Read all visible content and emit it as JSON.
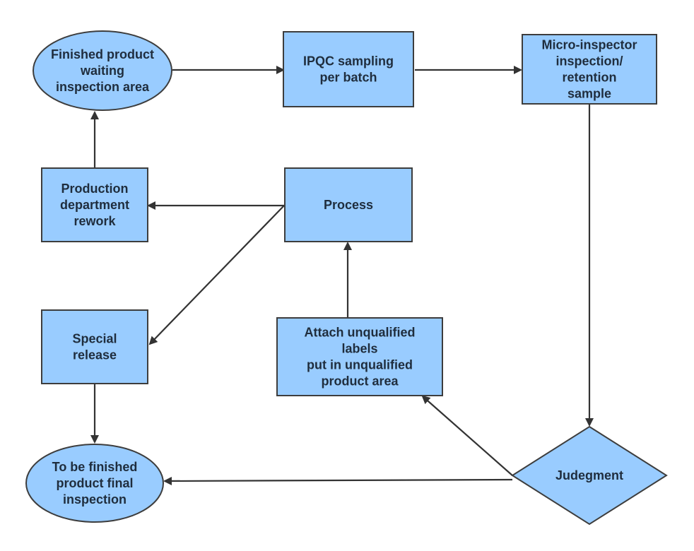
{
  "colors": {
    "node_fill": "#99ccff",
    "node_stroke": "#3d3d3d",
    "text": "#1f2d3d",
    "edge": "#333333"
  },
  "nodes": {
    "waiting_area": {
      "shape": "ellipse",
      "lines": [
        "Finished product",
        "waiting",
        "inspection area"
      ]
    },
    "ipqc": {
      "shape": "rectangle",
      "lines": [
        "IPQC sampling",
        "per batch"
      ]
    },
    "micro_inspector": {
      "shape": "rectangle",
      "lines": [
        "Micro-inspector",
        "inspection/",
        "retention",
        "sample"
      ]
    },
    "rework": {
      "shape": "rectangle",
      "lines": [
        "Production",
        "department",
        "rework"
      ]
    },
    "process": {
      "shape": "rectangle",
      "lines": [
        "Process"
      ]
    },
    "special_release": {
      "shape": "rectangle",
      "lines": [
        "Special",
        "release"
      ]
    },
    "unqualified": {
      "shape": "rectangle",
      "lines": [
        "Attach unqualified",
        "labels",
        "put in unqualified",
        "product area"
      ]
    },
    "final_inspection": {
      "shape": "ellipse",
      "lines": [
        "To be finished",
        "product final",
        "inspection"
      ]
    },
    "judgement": {
      "shape": "diamond",
      "lines": [
        "Judegment"
      ]
    }
  },
  "edges": [
    {
      "from": "waiting_area",
      "to": "ipqc"
    },
    {
      "from": "ipqc",
      "to": "micro_inspector"
    },
    {
      "from": "micro_inspector",
      "to": "judgement"
    },
    {
      "from": "judgement",
      "to": "final_inspection"
    },
    {
      "from": "judgement",
      "to": "unqualified"
    },
    {
      "from": "unqualified",
      "to": "process"
    },
    {
      "from": "process",
      "to": "rework"
    },
    {
      "from": "process",
      "to": "special_release"
    },
    {
      "from": "rework",
      "to": "waiting_area"
    },
    {
      "from": "special_release",
      "to": "final_inspection"
    }
  ]
}
